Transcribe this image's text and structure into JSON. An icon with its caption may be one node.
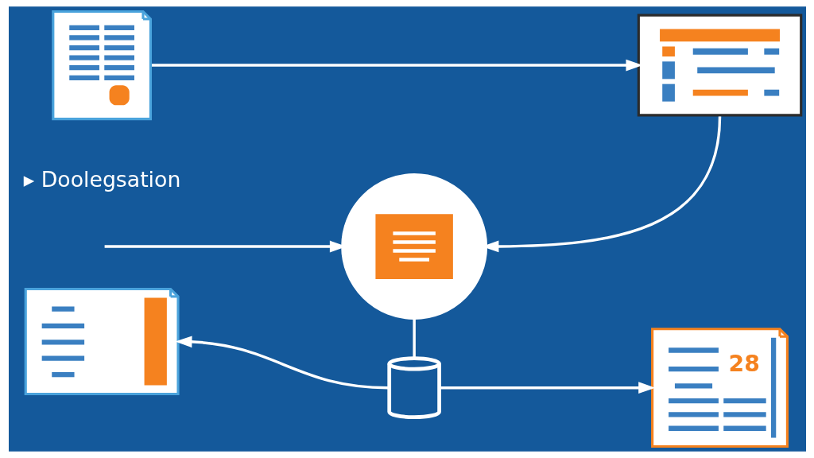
{
  "diagram": {
    "nodes": [
      {
        "text": [],
        "shape": "picture"
      },
      {
        "text": [],
        "shape": "picture"
      },
      {
        "text": [],
        "shape": "circle"
      },
      {
        "text": [],
        "shape": "cylinder"
      },
      {
        "text": [],
        "shape": "picture"
      },
      {
        "text": [
          "28"
        ]
      }
    ],
    "edges": [
      {
        "from": 0,
        "to": 1,
        "arrow": "to"
      },
      {
        "from": 1,
        "to": 2,
        "arrow": "to"
      },
      {
        "from": null,
        "to": 2,
        "arrow": "to"
      },
      {
        "from": 2,
        "to": 3,
        "arrow": "none"
      },
      {
        "from": 3,
        "to": 4,
        "arrow": "to"
      },
      {
        "from": 3,
        "to": 5,
        "arrow": "to"
      }
    ],
    "labels": [
      "▸ Doolegsation"
    ]
  }
}
